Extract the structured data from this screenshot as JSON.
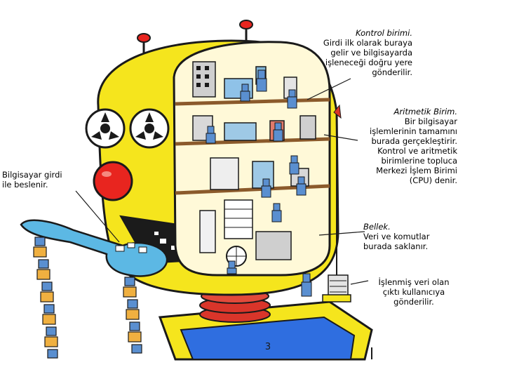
{
  "labels": {
    "control": {
      "title": "Kontrol birimi.",
      "lines": [
        "Girdi ilk olarak buraya",
        "gelir ve bilgisayarda",
        "işleneceği doğru yere",
        "gönderilir."
      ]
    },
    "alu": {
      "title": "Aritmetik Birim.",
      "lines": [
        "Bir bilgisayar",
        "işlemlerinin tamamını",
        "burada gerçekleştirir.",
        "Kontrol ve aritmetik",
        "birimlerine topluca",
        "Merkezi İşlem Birimi",
        "(CPU) denir."
      ]
    },
    "input": {
      "lines": [
        "Bilgisayar girdi",
        "ile beslenir."
      ]
    },
    "memory": {
      "title": "Bellek.",
      "lines": [
        "Veri ve komutlar",
        "burada saklanır."
      ]
    },
    "output": {
      "lines": [
        "İşlenmiş veri olan",
        "çıktı kullanıcıya",
        "gönderilir."
      ]
    }
  },
  "page_number": "3",
  "colors": {
    "head_yellow": "#f5e51d",
    "outline": "#1a1a1a",
    "nose_red": "#e8251f",
    "mouth": "#1b1b1b",
    "spoon": "#5cb8e4",
    "screen_blue": "#2f6ee0",
    "neck_red": "#d9352a"
  }
}
